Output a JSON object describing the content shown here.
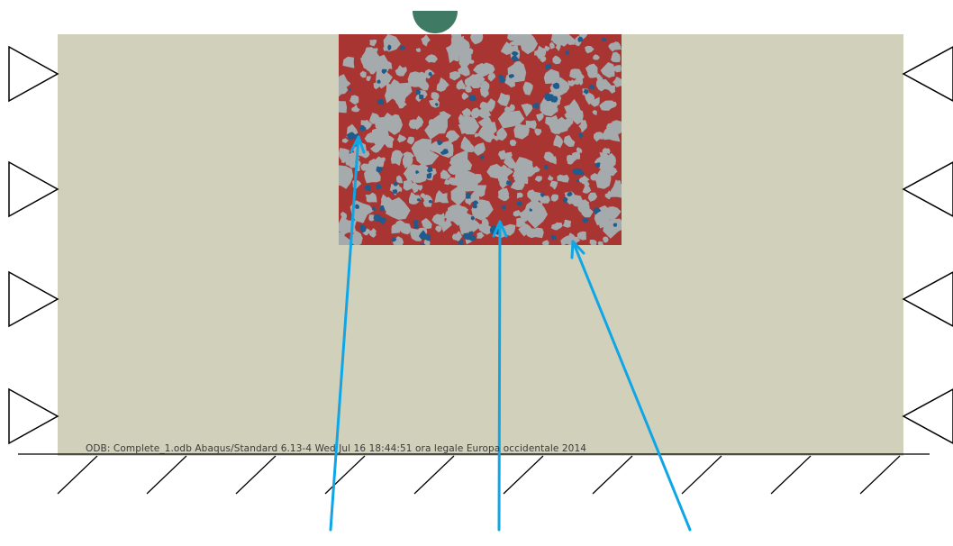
{
  "colors": {
    "background": "#ffffff",
    "model_domain": "#d1d0bb",
    "asphalt_matrix": "#a93533",
    "aggregate": "#a5aaac",
    "air_void": "#1f5b8c",
    "loading_wheel": "#3e7a64",
    "callout_arrow": "#10a6e6",
    "support_line": "#000000"
  },
  "footer": {
    "odb_text": "ODB: Complete_1.odb    Abaqus/Standard 6.13-4    Wed Jul 16 18:44:51 ora legale Europa occidentale 2014"
  },
  "icons": {
    "left_supports": "roller-support-icon",
    "right_supports": "roller-support-icon",
    "ground": "fixed-ground-hatch-icon",
    "load": "loading-wheel-icon"
  },
  "callouts": {
    "count": 3,
    "targets": [
      "air-void",
      "aggregate",
      "asphalt-matrix"
    ]
  }
}
